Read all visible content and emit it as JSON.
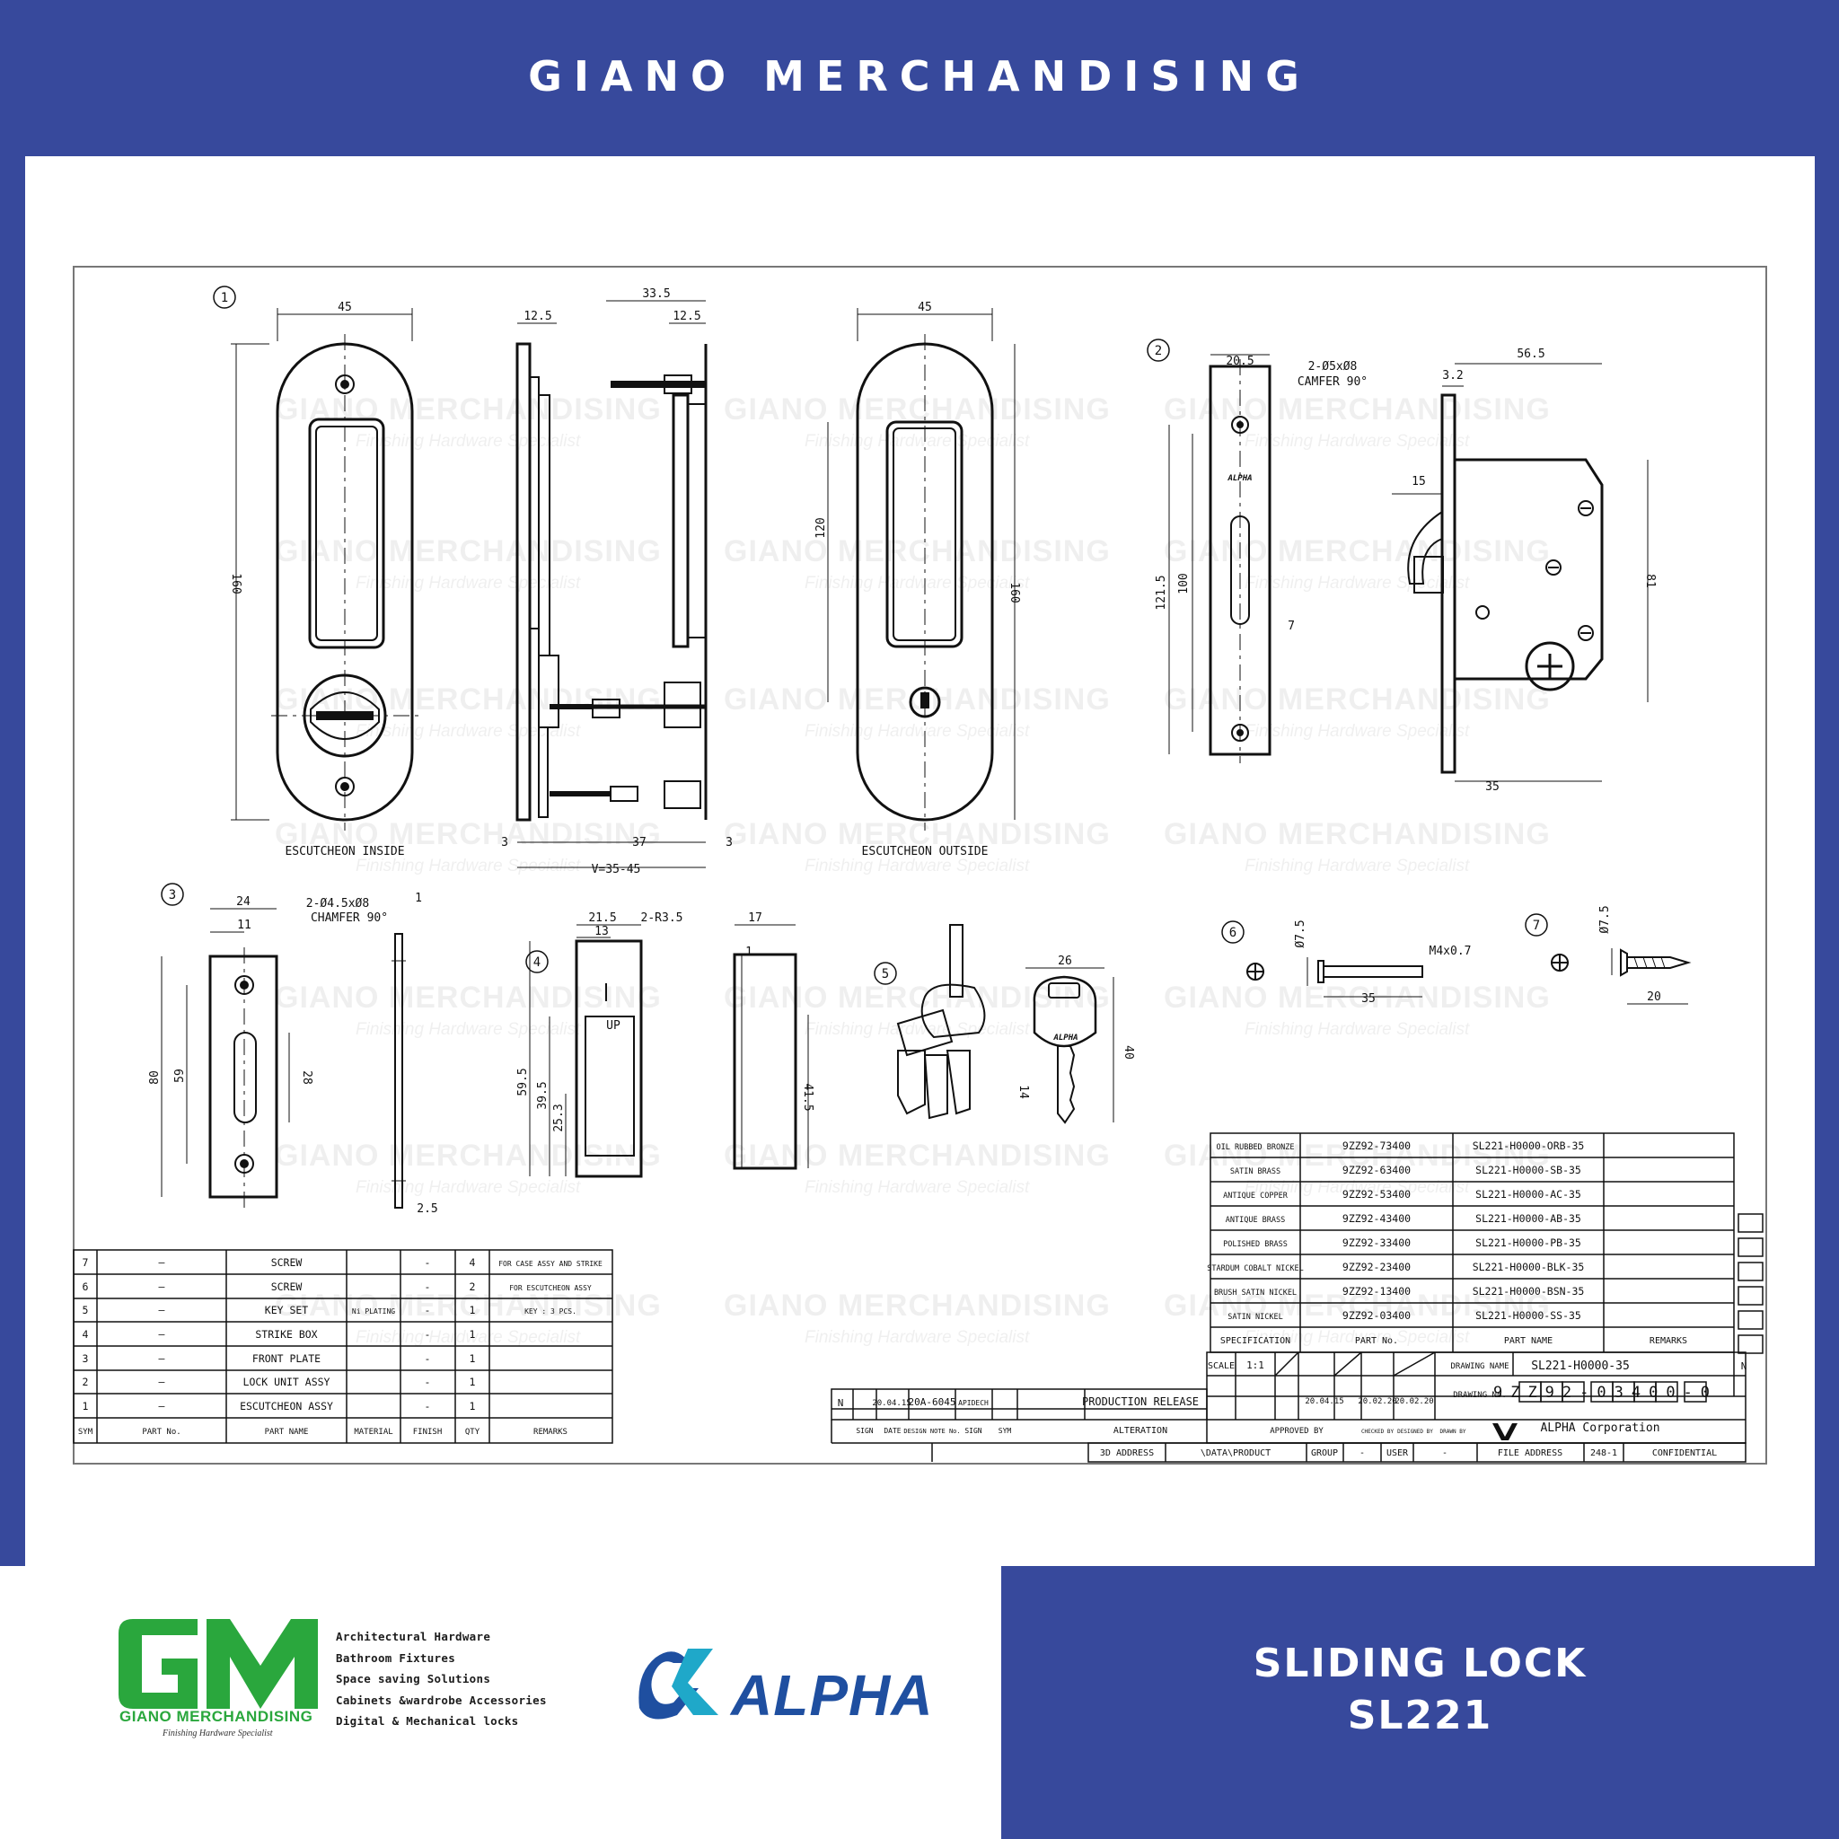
{
  "header": {
    "title": "GIANO MERCHANDISING"
  },
  "watermark": {
    "brand": "GIANO MERCHANDISING",
    "tagline": "Finishing Hardware Specialist"
  },
  "drawing": {
    "view_labels": [
      "ESCUTCHEON INSIDE",
      "ESCUTCHEON OUTSIDE"
    ],
    "part_markers": [
      "1",
      "2",
      "3",
      "4",
      "5",
      "6",
      "7"
    ],
    "dimensions": {
      "d45a": "45",
      "d160a": "160",
      "d12_5a": "12.5",
      "d33_5": "33.5",
      "d12_5b": "12.5",
      "d45b": "45",
      "d120": "120",
      "d160b": "160",
      "d3a": "3",
      "d37": "37",
      "d3b": "3",
      "dV": "V=35-45",
      "d20_5": "20.5",
      "dHole": "2-Ø5xØ8",
      "dChamfer": "CAMFER 90°",
      "d121_5": "121.5",
      "d100": "100",
      "d7": "7",
      "d56_5": "56.5",
      "d3_2": "3.2",
      "d15": "15",
      "d81": "81",
      "d35a": "35",
      "d24": "24",
      "d11": "11",
      "dHole2": "2-Ø4.5xØ8",
      "dChamfer2": "CHAMFER 90°",
      "d1a": "1",
      "d80": "80",
      "d59": "59",
      "d28": "28",
      "d2_5": "2.5",
      "d21_5": "21.5",
      "d13": "13",
      "dR": "2-R3.5",
      "dUP": "UP",
      "d59_5": "59.5",
      "d39_5": "39.5",
      "d25_3": "25.3",
      "d17": "17",
      "d1b": "1",
      "d41_5": "41.5",
      "d26": "26",
      "d40": "40",
      "d14": "14",
      "dPhi7_5a": "Ø7.5",
      "dM4": "M4x0.7",
      "d35b": "35",
      "dPhi7_5b": "Ø7.5",
      "d20": "20",
      "key_brand": "ALPHA",
      "plate_brand": "ALPHA"
    }
  },
  "parts_table": {
    "headers": [
      "SYM",
      "PART No.",
      "PART NAME",
      "MATERIAL",
      "FINISH",
      "QTY",
      "REMARKS"
    ],
    "rows": [
      [
        "7",
        "—",
        "SCREW",
        "",
        "-",
        "4",
        "FOR CASE ASSY AND STRIKE"
      ],
      [
        "6",
        "—",
        "SCREW",
        "",
        "-",
        "2",
        "FOR ESCUTCHEON ASSY"
      ],
      [
        "5",
        "—",
        "KEY SET",
        "Ni PLATING",
        "-",
        "1",
        "KEY : 3 PCS."
      ],
      [
        "4",
        "—",
        "STRIKE BOX",
        "",
        "-",
        "1",
        ""
      ],
      [
        "3",
        "—",
        "FRONT PLATE",
        "",
        "-",
        "1",
        ""
      ],
      [
        "2",
        "—",
        "LOCK UNIT ASSY",
        "",
        "-",
        "1",
        ""
      ],
      [
        "1",
        "—",
        "ESCUTCHEON ASSY",
        "",
        "-",
        "1",
        ""
      ]
    ]
  },
  "spec_table": {
    "headers": [
      "SPECIFICATION",
      "PART No.",
      "PART NAME",
      "REMARKS"
    ],
    "rows": [
      [
        "OIL RUBBED BRONZE",
        "9ZZ92-73400",
        "SL221-H0000-ORB-35"
      ],
      [
        "SATIN BRASS",
        "9ZZ92-63400",
        "SL221-H0000-SB-35"
      ],
      [
        "ANTIQUE COPPER",
        "9ZZ92-53400",
        "SL221-H0000-AC-35"
      ],
      [
        "ANTIQUE BRASS",
        "9ZZ92-43400",
        "SL221-H0000-AB-35"
      ],
      [
        "POLISHED BRASS",
        "9ZZ92-33400",
        "SL221-H0000-PB-35"
      ],
      [
        "STARDUM COBALT NICKEL",
        "9ZZ92-23400",
        "SL221-H0000-BLK-35"
      ],
      [
        "BRUSH SATIN NICKEL",
        "9ZZ92-13400",
        "SL221-H0000-BSN-35"
      ],
      [
        "SATIN NICKEL",
        "9ZZ92-03400",
        "SL221-H0000-SS-35"
      ]
    ]
  },
  "title_block": {
    "scale_label": "SCALE",
    "scale": "1:1",
    "drawing_name_label": "DRAWING NAME",
    "drawing_name": "SL221-H0000-35",
    "drawing_no_label": "DRAWING No.",
    "drawing_no": "9ZZ92-03400-0",
    "rev": "N",
    "date1": "20.04.15",
    "design_note": "20A-6045",
    "designer": "APIDECH",
    "alteration": "PRODUCTION RELEASE",
    "rev_headers": [
      "SIGN",
      "DATE",
      "DESIGN NOTE No.",
      "SIGN",
      "SYM",
      "ALTERATION",
      "APPROVED BY",
      "CHECKED BY",
      "DESIGNED BY",
      "DRAWN BY"
    ],
    "date2": "20.04.15",
    "date3": "20.02.20",
    "date4": "20.02.20",
    "company": "ALPHA Corporation",
    "address_row": [
      "3D ADDRESS",
      "\\DATA\\PRODUCT",
      "GROUP",
      "-",
      "USER",
      "-",
      "FILE ADDRESS",
      "248-1",
      "CONFIDENTIAL"
    ]
  },
  "footer": {
    "logo_letters": "GM",
    "brand": "GIANO MERCHANDISING",
    "tagline": "Finishing Hardware Specialist",
    "services": [
      "Architectural Hardware",
      "Bathroom Fixtures",
      "Space saving Solutions",
      "Cabinets &wardrobe Accessories",
      "Digital & Mechanical locks"
    ],
    "partner_brand": "ALPHA",
    "product_name": "SLIDING LOCK",
    "product_model": "SL221"
  },
  "colors": {
    "frame_blue": "#37499c",
    "gm_green": "#2aa73d",
    "alpha_blue": "#1f4fa0",
    "alpha_teal": "#1fa8c9"
  }
}
